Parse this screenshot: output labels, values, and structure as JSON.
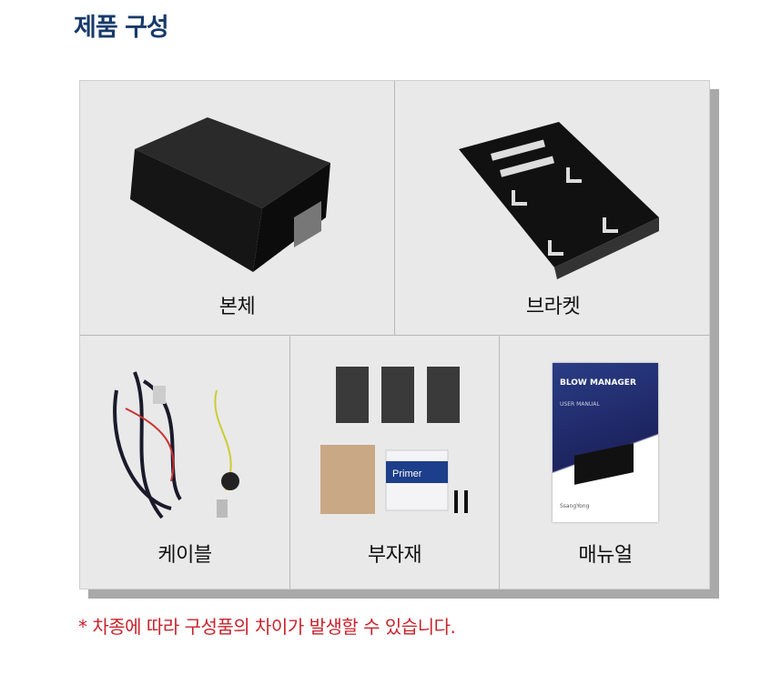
{
  "title": "제품 구성",
  "items": [
    {
      "label": "본체"
    },
    {
      "label": "브라켓"
    },
    {
      "label": "케이블"
    },
    {
      "label": "부자재"
    },
    {
      "label": "매뉴얼"
    }
  ],
  "manual_cover": {
    "brand": "BLOW MANAGER",
    "subtitle": "USER MANUAL",
    "company": "SsangYong"
  },
  "primer_label": "Primer",
  "note": "* 차종에 따라 구성품의 차이가 발생할 수 있습니다.",
  "colors": {
    "title": "#173a6b",
    "note": "#c8232c",
    "panel": "#e9e9ea"
  }
}
